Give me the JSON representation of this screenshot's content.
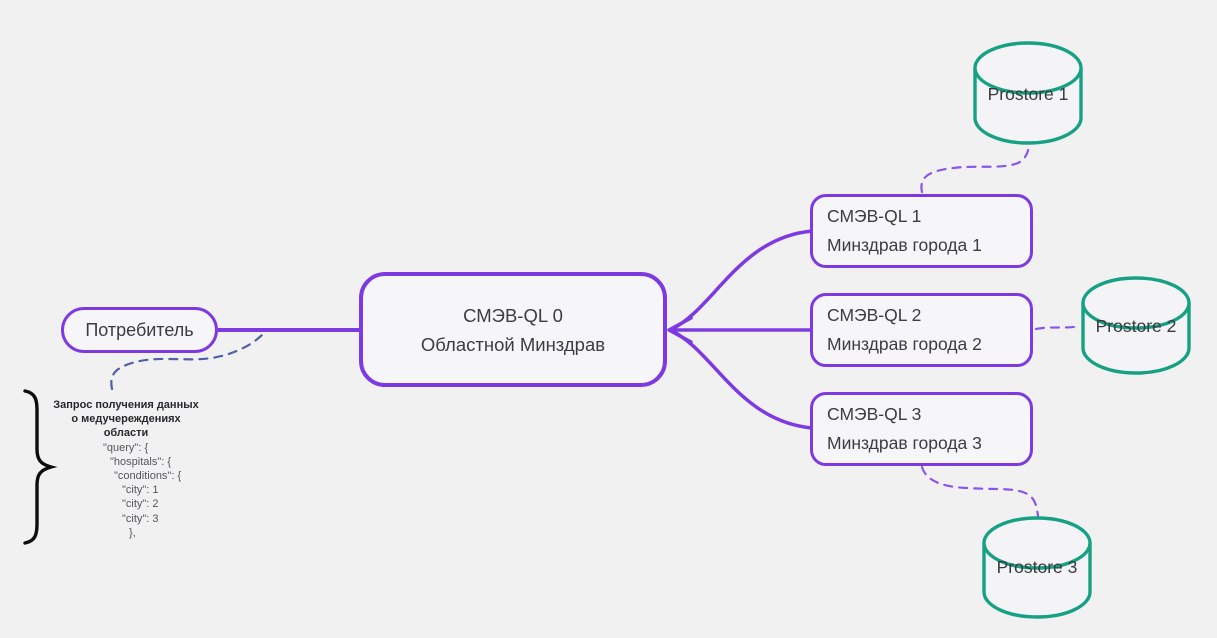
{
  "diagram": {
    "consumer": {
      "label": "Потребитель"
    },
    "central": {
      "line1": "СМЭВ-QL 0",
      "line2": "Областной Минздрав"
    },
    "regions": [
      {
        "line1": "СМЭВ-QL 1",
        "line2": "Минздрав города 1"
      },
      {
        "line1": "СМЭВ-QL 2",
        "line2": "Минздрав города 2"
      },
      {
        "line1": "СМЭВ-QL 3",
        "line2": "Минздрав города 3"
      }
    ],
    "datastores": [
      {
        "label": "Prostore 1"
      },
      {
        "label": "Prostore 2"
      },
      {
        "label": "Prostore 3"
      }
    ],
    "annotation": {
      "heading": [
        "Запрос получения данных",
        "о медучереждениях",
        "области"
      ],
      "code": [
        "\"query\": {",
        "\"hospitals\": {",
        "\"conditions\": {",
        "\"city\": 1",
        "\"city\": 2",
        "\"city\": 3",
        "},"
      ]
    },
    "colors": {
      "node_border_purple": "#7e3ae2",
      "datastore_teal": "#16a184",
      "dashed_link_violet": "#8a55ea",
      "dashed_annotation_indigo": "#5060a8",
      "background": "#f2f1f2"
    }
  }
}
